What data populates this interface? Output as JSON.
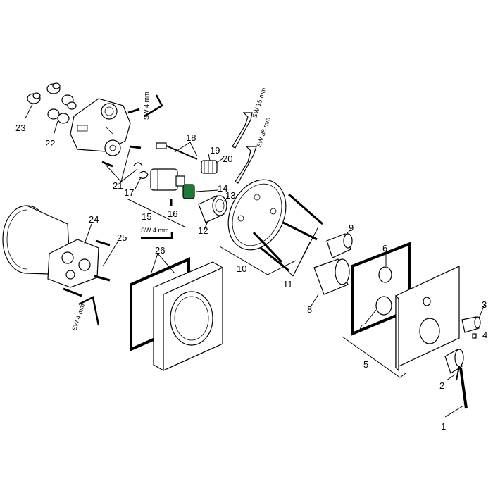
{
  "callouts": {
    "c1": "1",
    "c2": "2",
    "c3": "3",
    "c4": "4",
    "c5": "5",
    "c6": "6",
    "c7": "7",
    "c8": "8",
    "c9": "9",
    "c10": "10",
    "c11": "11",
    "c12": "12",
    "c13": "13",
    "c14": "14",
    "c15": "15",
    "c16": "16",
    "c17": "17",
    "c18": "18",
    "c19": "19",
    "c20": "20",
    "c21": "21",
    "c22": "22",
    "c23": "23",
    "c24": "24",
    "c25": "25",
    "c26": "26"
  },
  "tools": {
    "hex_top": "SW 4 mm",
    "hex_mid": "SW 4 mm",
    "hex_left": "SW 4 mm",
    "wrench_15": "SW 15 mm",
    "wrench_38": "SW 38 mm"
  },
  "colors": {
    "accent": "#1f7a3a",
    "line": "#000000"
  }
}
